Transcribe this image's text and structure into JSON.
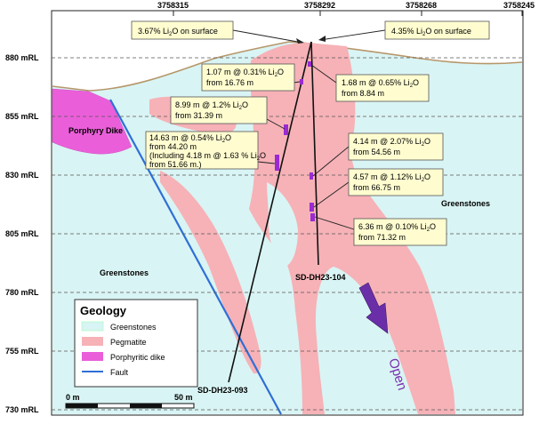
{
  "easting_labels": [
    "3758315",
    "3758292",
    "3758268",
    "3758245"
  ],
  "elevation_labels": [
    "880 mRL",
    "855 mRL",
    "830 mRL",
    "805 mRL",
    "780 mRL",
    "755 mRL",
    "730 mRL"
  ],
  "surface_callouts": [
    {
      "pre": "3.67% Li",
      "sub": "2",
      "post": "O on surface"
    },
    {
      "pre": "4.35% Li",
      "sub": "2",
      "post": "O on surface"
    }
  ],
  "intercepts": [
    {
      "lines": [
        {
          "pre": "1.07 m @ 0.31% Li",
          "sub": "2",
          "post": "O"
        },
        {
          "pre": "from 16.76 m",
          "sub": "",
          "post": ""
        }
      ]
    },
    {
      "lines": [
        {
          "pre": "8.99 m @ 1.2% Li",
          "sub": "2",
          "post": "O"
        },
        {
          "pre": "from 31.39 m",
          "sub": "",
          "post": ""
        }
      ]
    },
    {
      "lines": [
        {
          "pre": "14.63 m @ 0.54% Li",
          "sub": "2",
          "post": "O"
        },
        {
          "pre": "from 44.20 m",
          "sub": "",
          "post": ""
        },
        {
          "pre": "(Including 4.18 m @ 1.63 % Li",
          "sub": "2",
          "post": "O"
        },
        {
          "pre": "from 51.66 m.)",
          "sub": "",
          "post": ""
        }
      ]
    },
    {
      "lines": [
        {
          "pre": "1.68 m @ 0.65% Li",
          "sub": "2",
          "post": "O"
        },
        {
          "pre": "from 8.84 m",
          "sub": "",
          "post": ""
        }
      ]
    },
    {
      "lines": [
        {
          "pre": "4.14 m @ 2.07% Li",
          "sub": "2",
          "post": "O"
        },
        {
          "pre": "from 54.56 m",
          "sub": "",
          "post": ""
        }
      ]
    },
    {
      "lines": [
        {
          "pre": "4.57 m @ 1.12% Li",
          "sub": "2",
          "post": "O"
        },
        {
          "pre": "from 66.75 m",
          "sub": "",
          "post": ""
        }
      ]
    },
    {
      "lines": [
        {
          "pre": "6.36 m @ 0.10% Li",
          "sub": "2",
          "post": "O"
        },
        {
          "pre": "from 71.32 m",
          "sub": "",
          "post": ""
        }
      ]
    }
  ],
  "unit_labels": {
    "porphyry": "Porphyry Dike",
    "greenstones_left": "Greenstones",
    "greenstones_right": "Greenstones",
    "open": "Open"
  },
  "drillholes": {
    "hole_104": "SD-DH23-104",
    "hole_093": "SD-DH23-093"
  },
  "legend": {
    "title": "Geology",
    "items": [
      {
        "label": "Greenstones",
        "color": "#d9f4f4"
      },
      {
        "label": "Pegmatite",
        "color": "#f6b2b7"
      },
      {
        "label": "Porphyritic dike",
        "color": "#ea5fd9"
      },
      {
        "label": "Fault",
        "color": "#2f6fd6"
      }
    ]
  },
  "scale_bar": {
    "left": "0 m",
    "right": "50 m"
  },
  "colors": {
    "greenstones": "#d9f4f4",
    "pegmatite": "#f6b2b7",
    "porphyry": "#ea5fd9",
    "fault": "#2f6fd6",
    "intercept": "#9b2bd1",
    "callout": "#fffdd0",
    "arrow": "#6a2fa8"
  }
}
